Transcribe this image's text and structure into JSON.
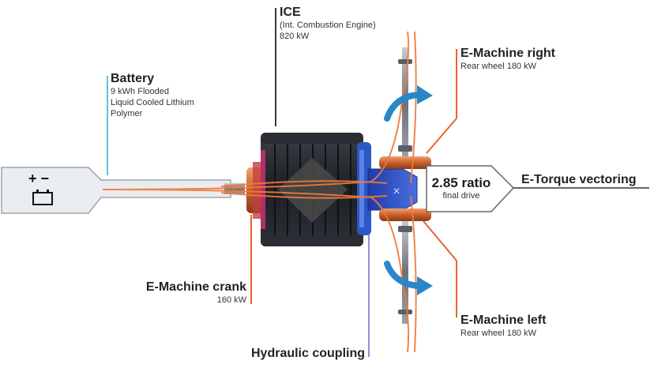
{
  "labels": {
    "ice": {
      "title": "ICE",
      "line1": "(Int. Combustion Engine)",
      "line2": "820 kW"
    },
    "battery": {
      "title": "Battery",
      "line1": "9 kWh Flooded",
      "line2": "Liquid Cooled Lithium",
      "line3": "Polymer"
    },
    "emachine_right": {
      "title": "E-Machine right",
      "sub": "Rear wheel 180 kW"
    },
    "emachine_left": {
      "title": "E-Machine left",
      "sub": "Rear wheel 180 kW"
    },
    "emachine_crank": {
      "title": "E-Machine crank",
      "sub": "160 kW"
    },
    "hydraulic": {
      "title": "Hydraulic coupling"
    },
    "ratio": {
      "value": "2.85 ratio",
      "sub": "final drive"
    },
    "torque": {
      "title": "E-Torque vectoring"
    }
  },
  "icons": {
    "battery_symbols": "+ −"
  },
  "colors": {
    "battery_leader": "#63bfe0",
    "ice_leader": "#333a45",
    "orange_leader": "#e8632a",
    "hydraulic_leader": "#8f8fd0",
    "flow_line": "#f07a3a",
    "arrow_blue": "#2a86c8",
    "battery_fill": "#eaedf0"
  }
}
